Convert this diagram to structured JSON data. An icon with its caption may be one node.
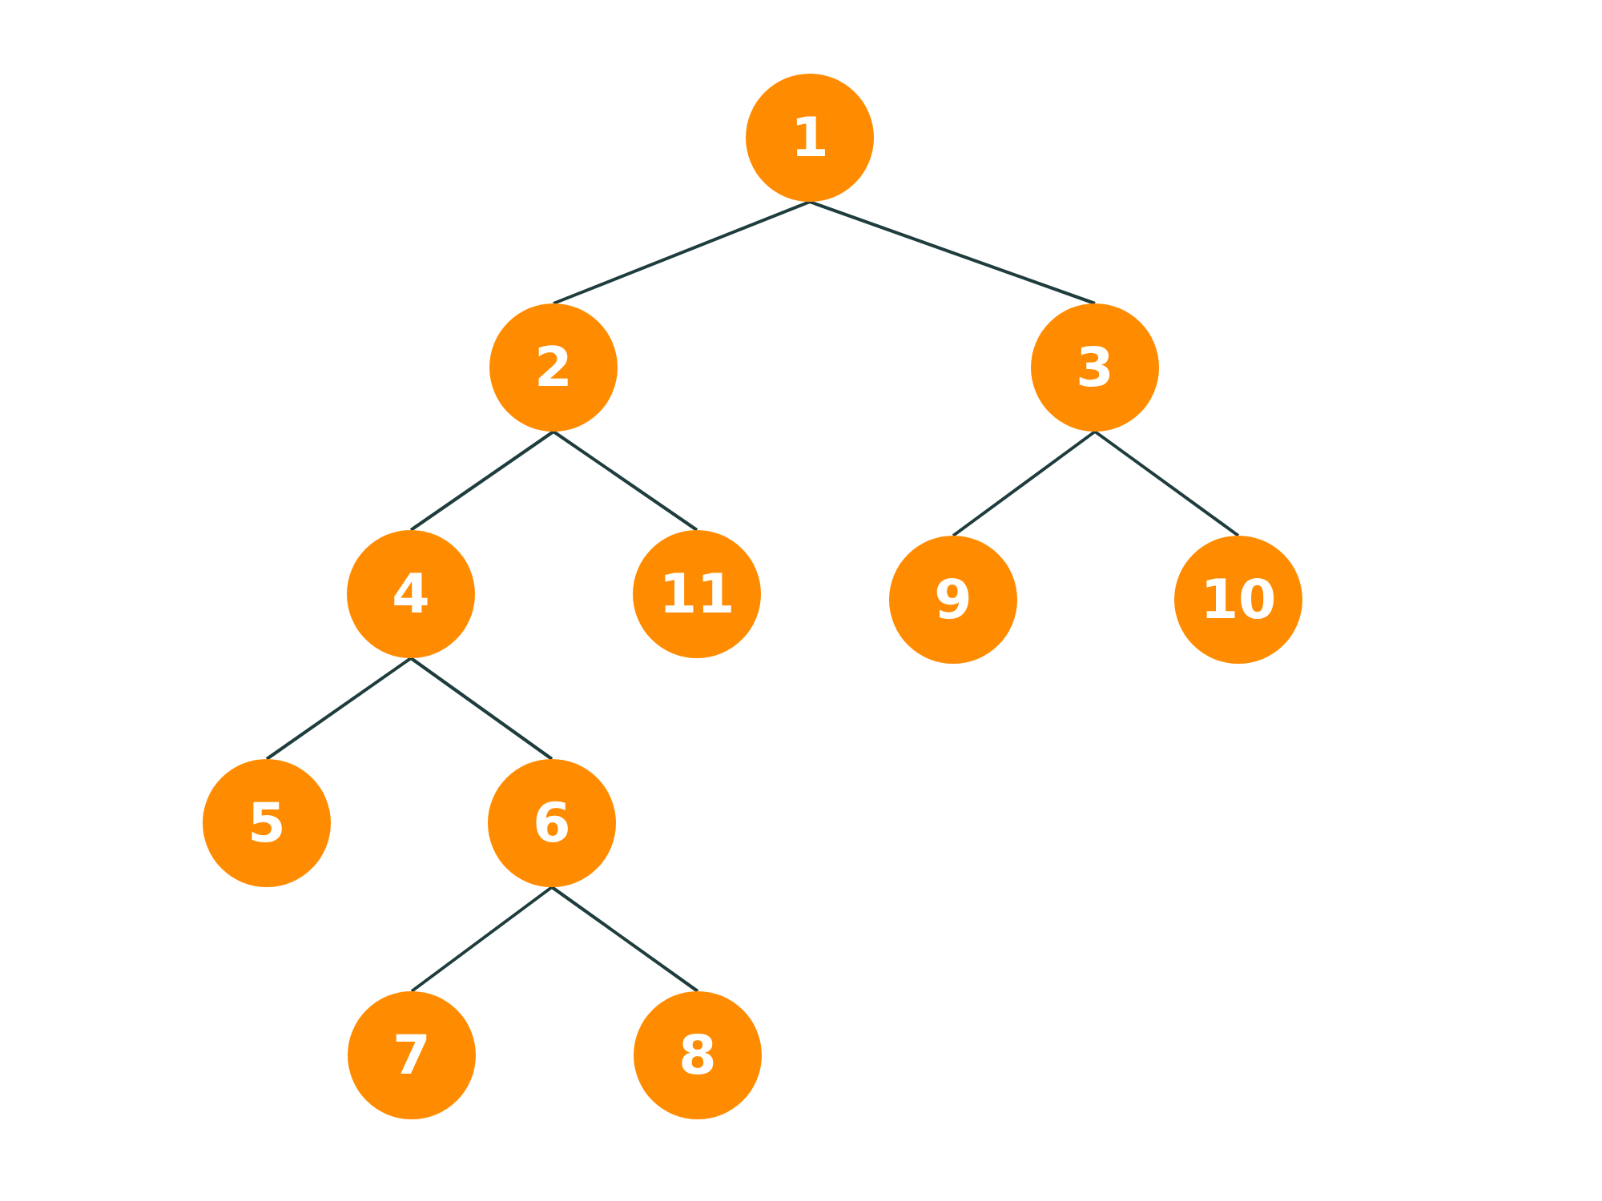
{
  "diagram": {
    "nodes": [
      {
        "text": [
          "1"
        ]
      },
      {
        "text": [
          "2"
        ]
      },
      {
        "text": [
          "3"
        ]
      },
      {
        "text": [
          "4"
        ]
      },
      {
        "text": [
          "11"
        ]
      },
      {
        "text": [
          "9"
        ]
      },
      {
        "text": [
          "10"
        ]
      },
      {
        "text": [
          "5"
        ]
      },
      {
        "text": [
          "6"
        ]
      },
      {
        "text": [
          "7"
        ]
      },
      {
        "text": [
          "8"
        ]
      }
    ],
    "edges": [
      {
        "from": 0,
        "to": 1,
        "arrow": "none"
      },
      {
        "from": 0,
        "to": 2,
        "arrow": "none"
      },
      {
        "from": 1,
        "to": 3,
        "arrow": "none"
      },
      {
        "from": 1,
        "to": 4,
        "arrow": "none"
      },
      {
        "from": 2,
        "to": 5,
        "arrow": "none"
      },
      {
        "from": 2,
        "to": 6,
        "arrow": "none"
      },
      {
        "from": 3,
        "to": 7,
        "arrow": "none"
      },
      {
        "from": 3,
        "to": 8,
        "arrow": "none"
      },
      {
        "from": 8,
        "to": 9,
        "arrow": "none"
      },
      {
        "from": 8,
        "to": 10,
        "arrow": "none"
      }
    ]
  }
}
